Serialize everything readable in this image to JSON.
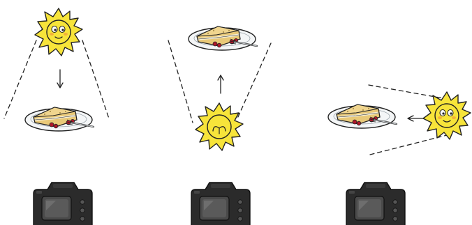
{
  "panels": [
    {
      "id": "top-light",
      "light_direction": "above",
      "arrow": "down",
      "sun_expression": "face-smiling"
    },
    {
      "id": "back-light",
      "light_direction": "behind-subject",
      "arrow": "up",
      "sun_expression": "back-view"
    },
    {
      "id": "side-light",
      "light_direction": "side",
      "arrow": "left",
      "sun_expression": "face-smiling"
    }
  ],
  "colors": {
    "sun": "#F7E43A",
    "sun_stroke": "#222222",
    "plate": "#F4F6F7",
    "cake": "#E9C978",
    "cream": "#F5EFD8",
    "berry": "#B0182A",
    "camera_body": "#2B2B2B",
    "camera_lens": "#4A4A4A",
    "line": "#222222"
  },
  "icons": [
    "sun-icon",
    "plate-cake-icon",
    "camera-icon",
    "arrow-icon"
  ]
}
